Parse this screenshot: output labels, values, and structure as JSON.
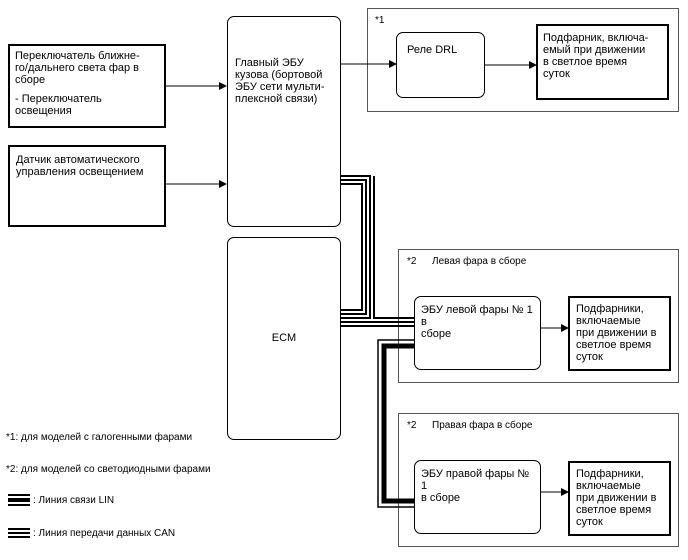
{
  "switch_box": {
    "line1": "Переключатель ближне-\nго/дальнего света фар в\nсборе",
    "line2": "- Переключатель\nосвещения"
  },
  "sensor_box": {
    "text": "Датчик автоматического\nуправления освещением"
  },
  "body_ecu": {
    "text": "Главный ЭБУ\nкузова (бортовой\nЭБУ сети мульти-\nплексной связи)"
  },
  "ecm": {
    "text": "ECM"
  },
  "group1": {
    "tag": "*1",
    "relay": "Реле DRL",
    "lamp": "Подфарник, включа-\nемый при движении\nв светлое время\nсуток"
  },
  "group_left": {
    "tag": "*2",
    "title": "Левая фара в сборе",
    "ecu": "ЭБУ левой фары № 1 в\nсборе",
    "lamps": "Подфарники,\nвключаемые\nпри движении в\nсветлое время\nсуток"
  },
  "group_right": {
    "tag": "*2",
    "title": "Правая фара в сборе",
    "ecu": "ЭБУ правой фары № 1\nв сборе",
    "lamps": "Подфарники,\nвключаемые\nпри движении в\nсветлое время\nсуток"
  },
  "notes": {
    "n1": "*1: для моделей с галогенными фарами",
    "n2": "*2: для моделей со светодиодными фарами"
  },
  "legend": {
    "lin": ": Линия связи LIN",
    "can": ": Линия передачи данных CAN"
  }
}
